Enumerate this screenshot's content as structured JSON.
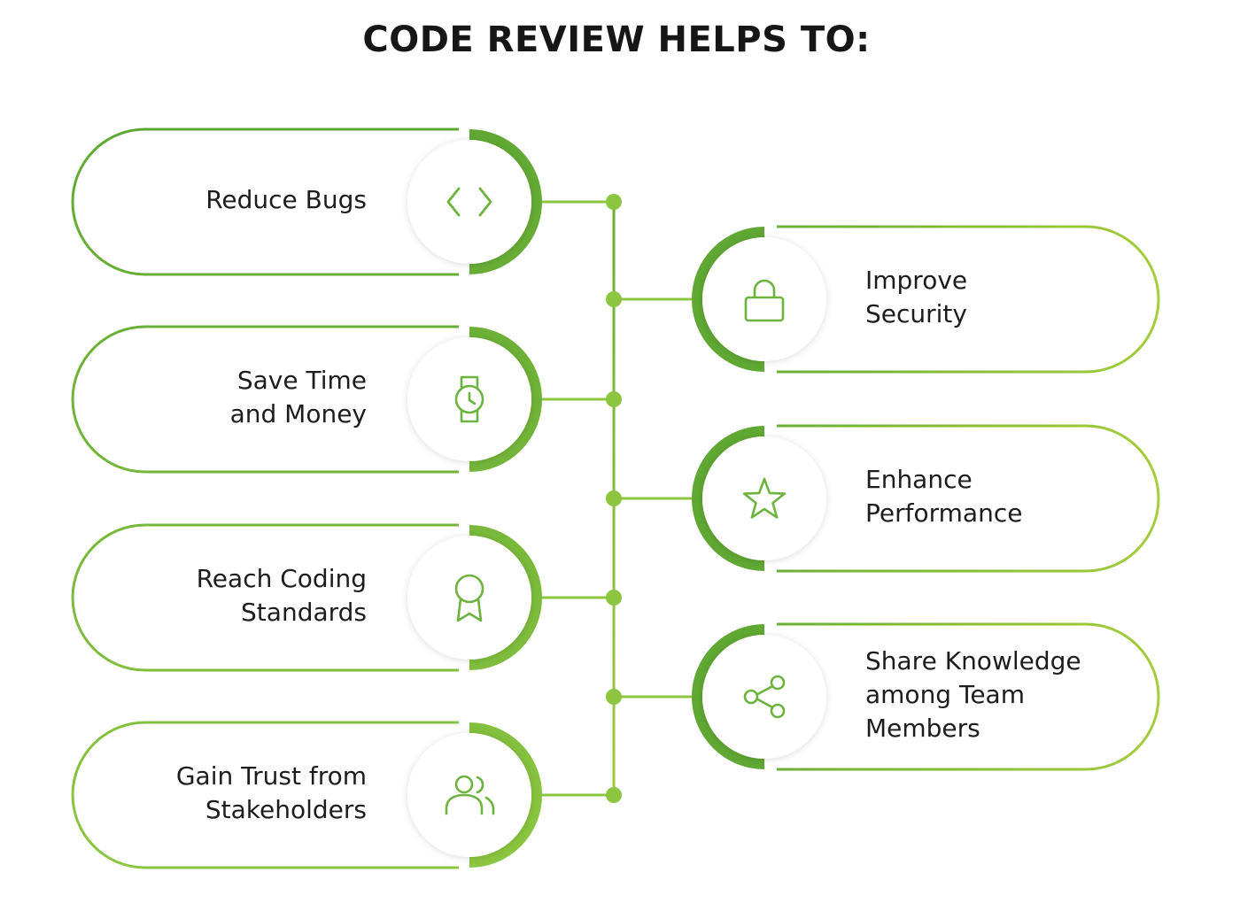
{
  "title": "CODE REVIEW HELPS TO:",
  "colors": {
    "green_dark": "#5fa833",
    "green_light": "#a5cd3c",
    "connector": "#8cc640",
    "text": "#1d1d1d"
  },
  "left_items": [
    {
      "icon": "code-icon",
      "lines": [
        "Reduce Bugs"
      ]
    },
    {
      "icon": "watch-icon",
      "lines": [
        "Save Time",
        "and Money"
      ]
    },
    {
      "icon": "award-icon",
      "lines": [
        "Reach Coding",
        "Standards"
      ]
    },
    {
      "icon": "users-icon",
      "lines": [
        "Gain Trust from",
        "Stakeholders"
      ]
    }
  ],
  "right_items": [
    {
      "icon": "lock-icon",
      "lines": [
        "Improve",
        "Security"
      ]
    },
    {
      "icon": "star-icon",
      "lines": [
        "Enhance",
        "Performance"
      ]
    },
    {
      "icon": "share-icon",
      "lines": [
        "Share Knowledge",
        "among Team",
        "Members"
      ]
    }
  ]
}
